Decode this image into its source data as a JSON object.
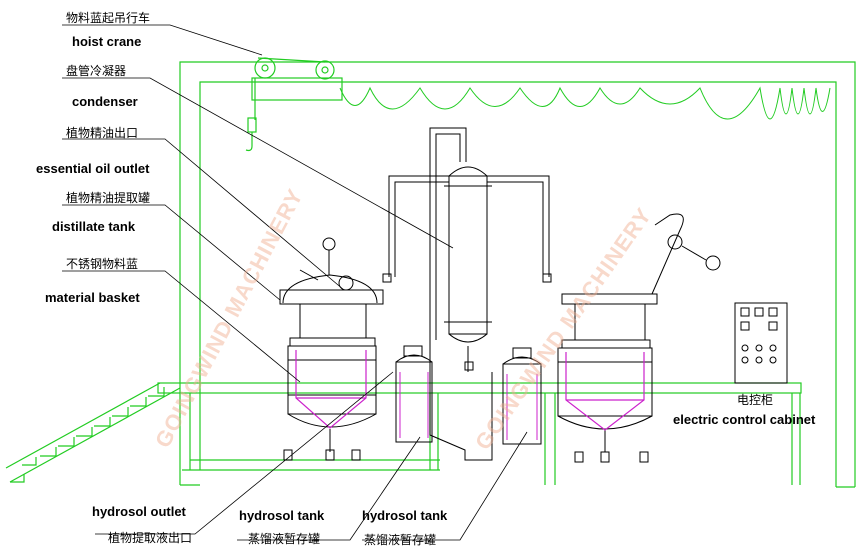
{
  "labels": {
    "hoist_crane_cn": "物料蓝起吊行车",
    "hoist_crane_en": "hoist crane",
    "condenser_cn": "盘管冷凝器",
    "condenser_en": "condenser",
    "oil_outlet_cn": "植物精油出口",
    "oil_outlet_en": "essential oil outlet",
    "distillate_cn": "植物精油提取罐",
    "distillate_en": "distillate tank",
    "basket_cn": "不锈钢物料蓝",
    "basket_en": "material basket",
    "cabinet_cn": "电控柜",
    "cabinet_en": "electric control cabinet",
    "hydrosol_outlet_en": "hydrosol outlet",
    "hydrosol_outlet_cn": "植物提取液出口",
    "hydrosol_tank1_en": "hydrosol tank",
    "hydrosol_tank1_cn": "蒸馏液暂存罐",
    "hydrosol_tank2_en": "hydrosol tank",
    "hydrosol_tank2_cn": "蒸馏液暂存罐"
  },
  "watermark": "GOINGWIND MACHINERY",
  "colors": {
    "frame": "#22cc22",
    "equipment": "#000000",
    "basket": "#cc22cc",
    "watermark": "#f0aa8c"
  }
}
